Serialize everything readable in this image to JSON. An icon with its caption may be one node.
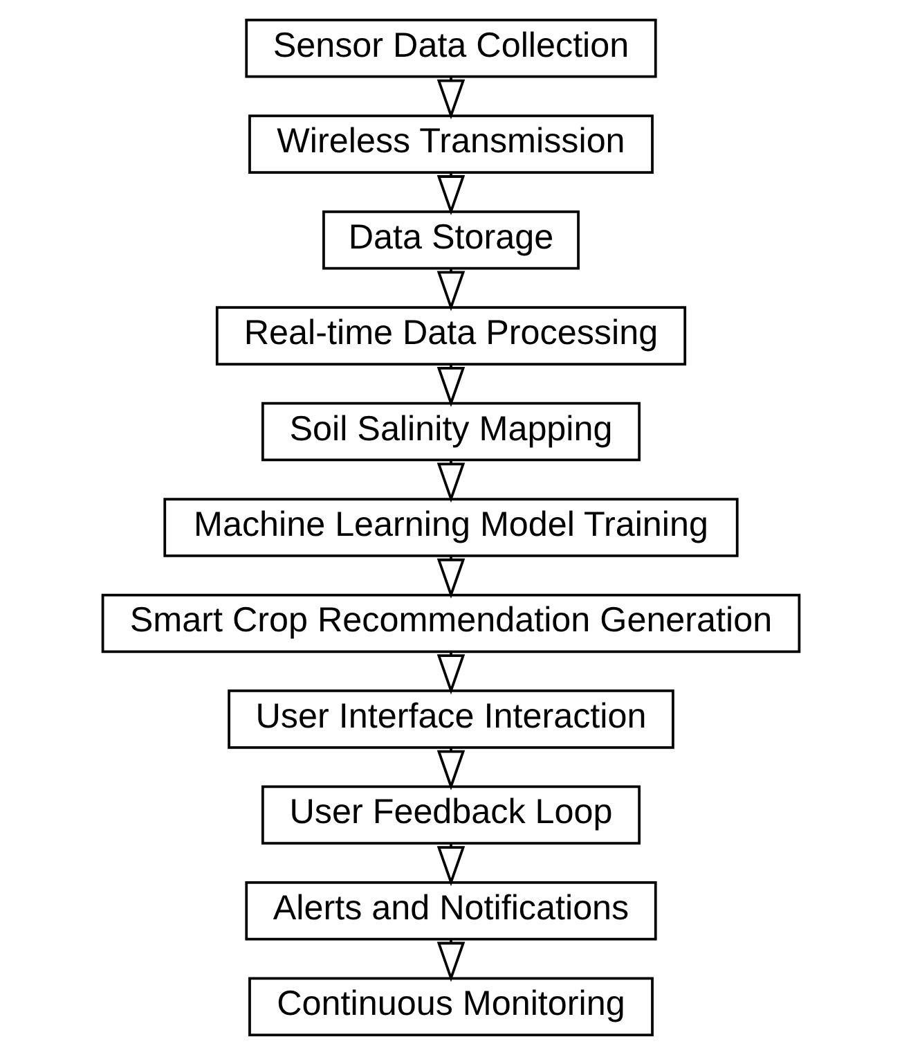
{
  "diagram": {
    "nodes": [
      {
        "text": [
          "Sensor Data Collection"
        ]
      },
      {
        "text": [
          "Wireless Transmission"
        ]
      },
      {
        "text": [
          "Data Storage"
        ]
      },
      {
        "text": [
          "Real-time Data Processing"
        ]
      },
      {
        "text": [
          "Soil Salinity Mapping"
        ]
      },
      {
        "text": [
          "Machine Learning Model Training"
        ]
      },
      {
        "text": [
          "Smart Crop Recommendation Generation"
        ]
      },
      {
        "text": [
          "User Interface Interaction"
        ]
      },
      {
        "text": [
          "User Feedback Loop"
        ]
      },
      {
        "text": [
          "Alerts and Notifications"
        ]
      },
      {
        "text": [
          "Continuous Monitoring"
        ]
      }
    ],
    "edges": [
      {
        "from": 0,
        "to": 1,
        "arrow": "to"
      },
      {
        "from": 1,
        "to": 2,
        "arrow": "to"
      },
      {
        "from": 2,
        "to": 3,
        "arrow": "to"
      },
      {
        "from": 3,
        "to": 4,
        "arrow": "to"
      },
      {
        "from": 4,
        "to": 5,
        "arrow": "to"
      },
      {
        "from": 5,
        "to": 6,
        "arrow": "to"
      },
      {
        "from": 6,
        "to": 7,
        "arrow": "to"
      },
      {
        "from": 7,
        "to": 8,
        "arrow": "to"
      },
      {
        "from": 8,
        "to": 9,
        "arrow": "to"
      },
      {
        "from": 9,
        "to": 10,
        "arrow": "to"
      }
    ]
  }
}
